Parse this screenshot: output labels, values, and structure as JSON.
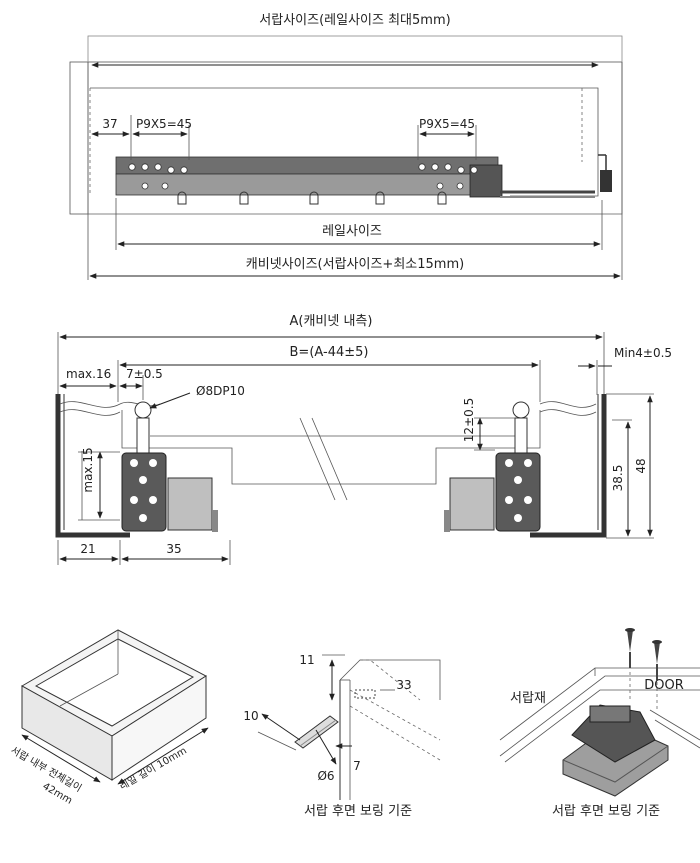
{
  "top": {
    "drawer_size": "서랍사이즈(레일사이즈 최대5mm)",
    "offset": "37",
    "pitch_left": "P9X5=45",
    "pitch_right": "P9X5=45",
    "rail_size": "레일사이즈",
    "cabinet_size": "캐비넷사이즈(서랍사이즈+최소15mm)"
  },
  "middle": {
    "a_label": "A(캐비넷 내측)",
    "b_label": "B=(A-44±5)",
    "min4": "Min4±0.5",
    "max16": "max.16",
    "seven": "7±0.5",
    "hole": "Ø8DP10",
    "max15": "max.15",
    "twelve": "12±0.5",
    "h385": "38.5",
    "h48": "48",
    "w21": "21",
    "w35": "35"
  },
  "bottom": {
    "box_left_label_1": "서랍 내부 전체길이",
    "box_left_label_2": "42mm",
    "box_right_label": "레일 길이 10mm",
    "dim_11": "11",
    "dim_33": "33",
    "dim_10": "10",
    "dim_7": "7",
    "dim_6": "Ø6",
    "caption_mid": "서랍 후면 보링 기준",
    "drawer_material": "서랍재",
    "door": "DOOR",
    "caption_right": "서랍 후면 보링 기준"
  }
}
